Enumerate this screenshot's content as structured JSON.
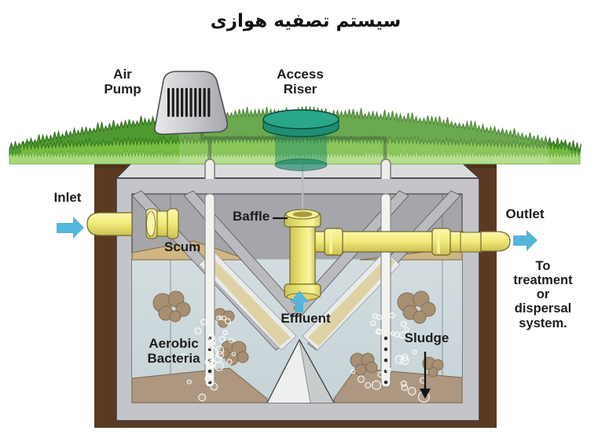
{
  "title": "سیستم تصفیه هوازی",
  "labels": {
    "air_pump": "Air\nPump",
    "access_riser": "Access\nRiser",
    "inlet": "Inlet",
    "outlet": "Outlet",
    "baffle": "Baffle",
    "scum": "Scum",
    "effluent": "Effluent",
    "aerobic_bacteria": "Aerobic\nBacteria",
    "sludge": "Sludge",
    "to_treatment": "To treatment\nor dispersal\nsystem."
  },
  "colors": {
    "grass_dark": "#4e9930",
    "grass_mid": "#76bd40",
    "grass_light": "#a8d87c",
    "soil": "#5b3a23",
    "tank_outer": "#c5c5c9",
    "tank_top": "#dcdcdf",
    "tank_inner": "#a5a5aa",
    "water": "#cdd9dc",
    "scum_tan": "#d0b683",
    "funnel_tan": "#ded2a4",
    "sludge_brown": "#ad9781",
    "blob_brown": "#a78f73",
    "pipe_yellow": "#f3ec7d",
    "riser_teal": "#2aa689",
    "arrow_blue": "#55b5da",
    "ink": "#1d1d1b"
  }
}
